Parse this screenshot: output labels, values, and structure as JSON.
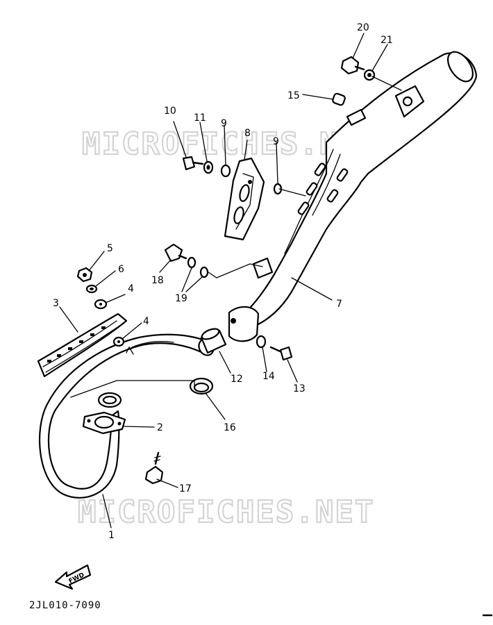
{
  "watermark": "MICROFICHES.NET",
  "diagram_code": "2JL010-7090",
  "fwd_label": "FWD",
  "callouts": {
    "c1": "1",
    "c2": "2",
    "c3": "3",
    "c4a": "4",
    "c4b": "4",
    "c5": "5",
    "c6": "6",
    "c7": "7",
    "c8": "8",
    "c9a": "9",
    "c9b": "9",
    "c10": "10",
    "c11": "11",
    "c12": "12",
    "c13": "13",
    "c14": "14",
    "c15": "15",
    "c16": "16",
    "c17": "17",
    "c18": "18",
    "c19": "19",
    "c20": "20",
    "c21": "21"
  }
}
